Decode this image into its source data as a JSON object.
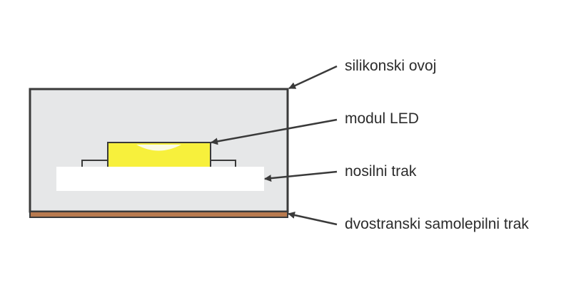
{
  "labels": {
    "silicone": "silikonski ovoj",
    "led": "modul LED",
    "carrier": "nosilni trak",
    "adhesive": "dvostranski samolepilni trak"
  },
  "colors": {
    "silicone_fill": "#e6e7e8",
    "outline": "#3a3a3a",
    "led_yellow": "#f7f03c",
    "led_highlight": "#fbfbe6",
    "carrier_fill": "#ffffff",
    "adhesive_fill": "#b87a4f",
    "arrow": "#3a3a3a",
    "text": "#2b2b2b"
  }
}
